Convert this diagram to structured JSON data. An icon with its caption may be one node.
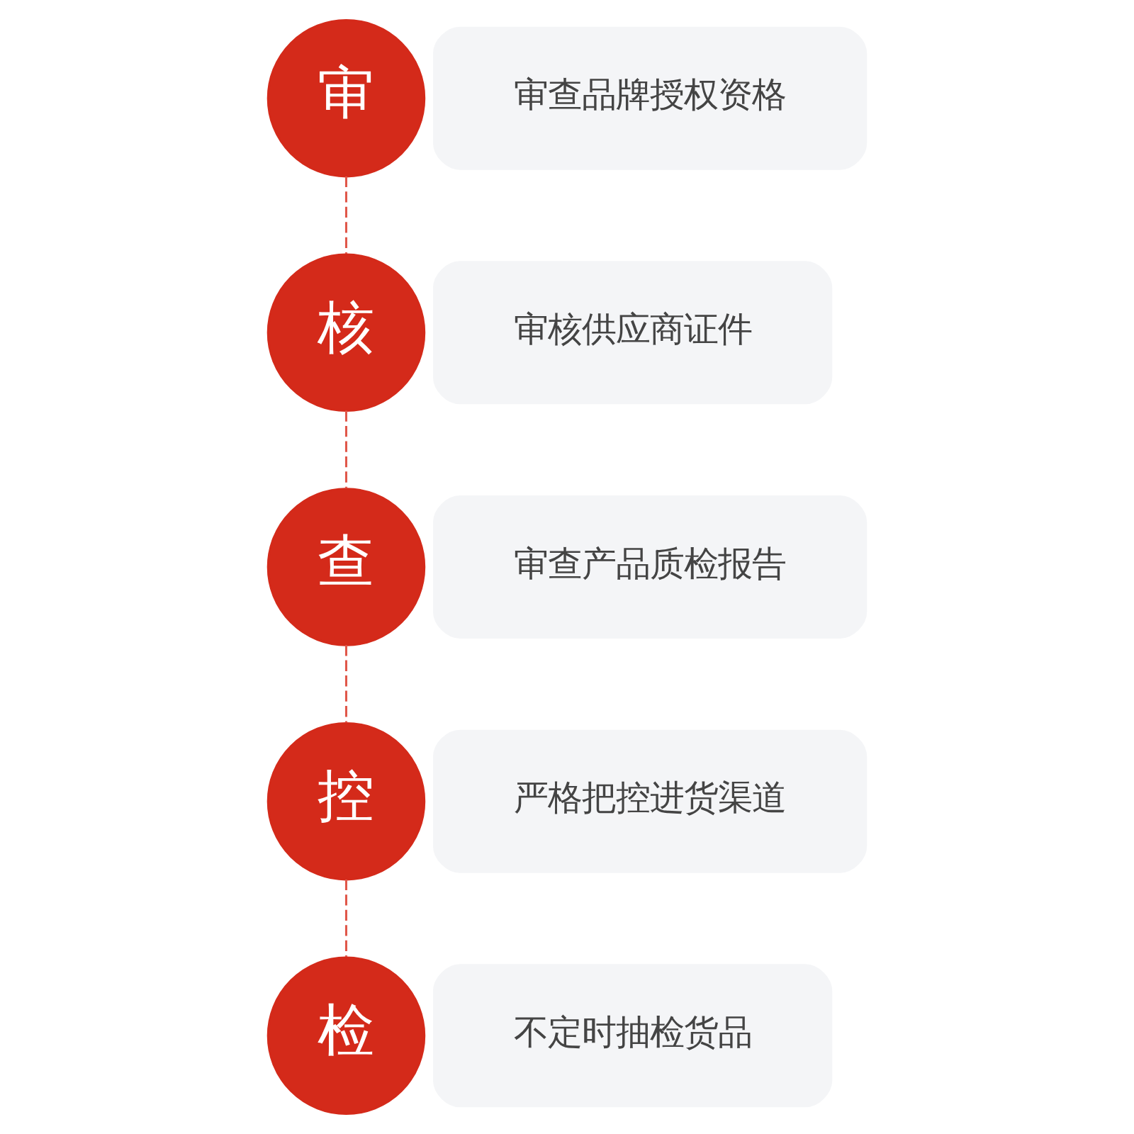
{
  "diagram": {
    "nodes": [
      {
        "text": [
          "审"
        ]
      },
      {
        "text": [
          "审查品牌授权资格"
        ]
      },
      {
        "text": [
          "核"
        ]
      },
      {
        "text": [
          "审核供应商证件"
        ]
      },
      {
        "text": [
          "查"
        ]
      },
      {
        "text": [
          "审查产品质检报告"
        ]
      },
      {
        "text": [
          "控"
        ]
      },
      {
        "text": [
          "严格把控进货渠道"
        ]
      },
      {
        "text": [
          "检"
        ]
      },
      {
        "text": [
          "不定时抽检货品"
        ]
      }
    ],
    "edges": [
      {
        "from": 0,
        "to": 2,
        "arrow": "none",
        "style": "dashed"
      },
      {
        "from": 2,
        "to": 4,
        "arrow": "none",
        "style": "dashed"
      },
      {
        "from": 4,
        "to": 6,
        "arrow": "none",
        "style": "dashed"
      },
      {
        "from": 6,
        "to": 8,
        "arrow": "none",
        "style": "dashed"
      }
    ]
  }
}
